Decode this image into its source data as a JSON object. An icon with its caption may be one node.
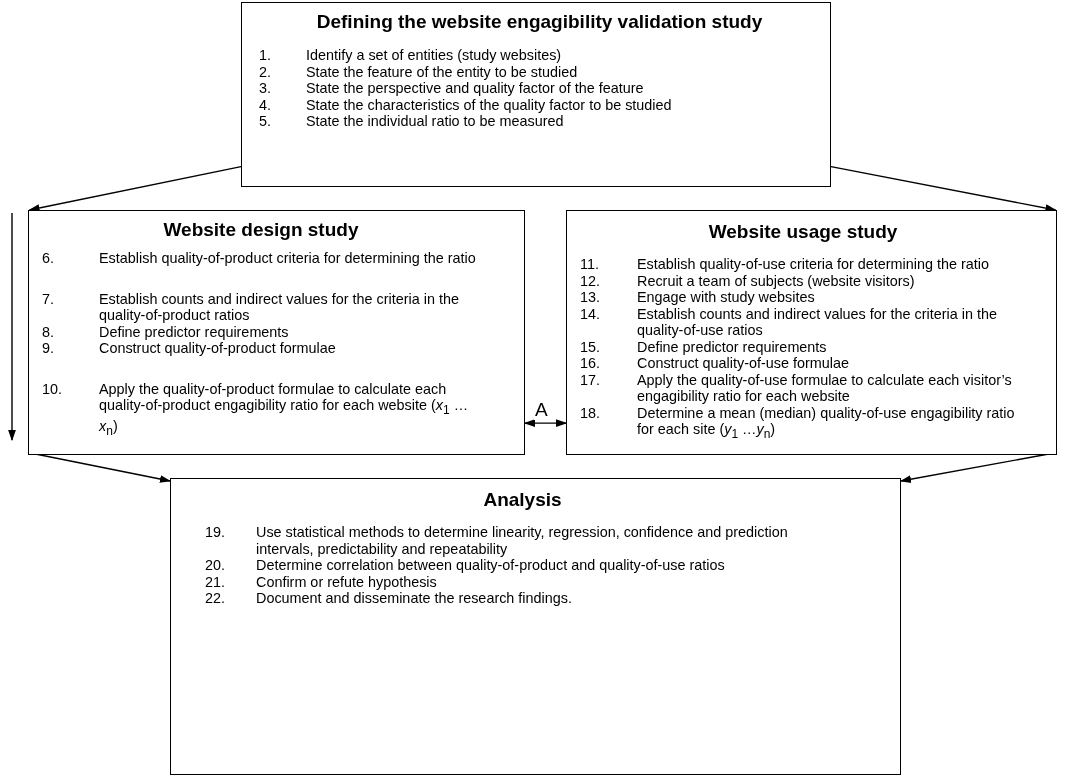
{
  "diagram": {
    "nodes": [
      {
        "text": [
          "Defining the website engagibility validation study",
          "1. Identify a set of entities (study websites)",
          "2. State the feature of the entity to be studied",
          "3. State the perspective and quality factor of the feature",
          "4. State the characteristics of the quality factor to be studied",
          "5. State the individual ratio to be measured"
        ]
      },
      {
        "text": [
          "Website design study",
          "6. Establish quality-of-product criteria for determining the ratio",
          "7. Establish counts and indirect values for the criteria in the quality-of-product ratios",
          "8. Define predictor requirements",
          "9. Construct quality-of-product formulae",
          "10. Apply the quality-of-product formulae to calculate each quality-of-product engagibility ratio for each website (*x*$_{1}$ …*x*$_{n}$)"
        ]
      },
      {
        "text": [
          "Website usage study",
          "11. Establish quality-of-use criteria for determining the ratio",
          "12. Recruit a team of subjects (website visitors)",
          "13. Engage with study websites",
          "14. Establish counts and indirect values for the criteria in the quality-of-use ratios",
          "15. Define predictor requirements",
          "16. Construct quality-of-use formulae",
          "17. Apply the quality-of-use formulae to calculate each visitor’s engagibility ratio for each website",
          "18. Determine a mean (median) quality-of-use engagibility ratio for each site (*y*$_{1}$ …*y*$_{n}$)"
        ]
      },
      {
        "text": [
          "Analysis",
          "19. Use statistical methods to determine linearity, regression, confidence and prediction intervals, predictability and repeatability",
          "20. Determine correlation between quality-of-product and quality-of-use ratios",
          "21. Confirm or refute hypothesis",
          "22. Document and disseminate the research findings."
        ]
      }
    ],
    "edges": [
      {
        "from": 0,
        "to": 1,
        "arrow": "to"
      },
      {
        "from": 0,
        "to": 2,
        "arrow": "to"
      },
      {
        "from": 1,
        "to": 3,
        "arrow": "to"
      },
      {
        "from": 2,
        "to": 3,
        "arrow": "to"
      },
      {
        "from": 1,
        "to": 2,
        "arrow": "both",
        "label": "A"
      }
    ]
  }
}
